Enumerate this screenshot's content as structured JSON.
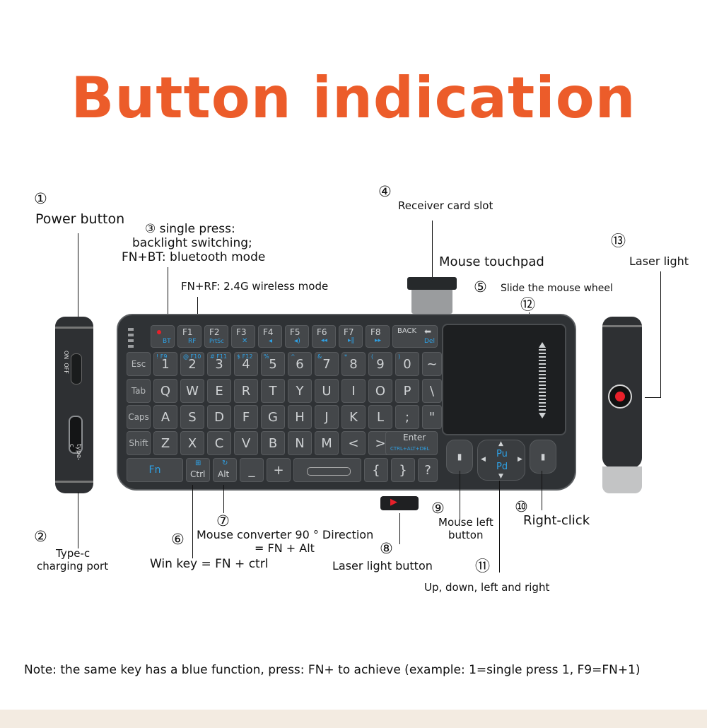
{
  "title": "Button indication",
  "callouts": {
    "c1": {
      "num": "①",
      "label": "Power button"
    },
    "c2": {
      "num": "②",
      "label_line1": "Type-c",
      "label_line2": "charging port"
    },
    "c3": {
      "num": "③",
      "line1": "single press:",
      "line2": "backlight switching;",
      "line3": "FN+BT: bluetooth mode",
      "extra": "FN+RF: 2.4G wireless mode"
    },
    "c4": {
      "num": "④",
      "label": "Receiver card slot"
    },
    "touchpad": "Mouse touchpad",
    "c5": {
      "num": "⑤",
      "label": "Slide the mouse wheel"
    },
    "c12": {
      "num": "⑫"
    },
    "c13": {
      "num": "⑬",
      "label": "Laser light"
    },
    "c6": {
      "num": "⑥",
      "label": "Win key = FN + ctrl"
    },
    "c7": {
      "num": "⑦",
      "line1": "Mouse converter 90 ° Direction",
      "line2": "= FN + Alt"
    },
    "c8": {
      "num": "⑧",
      "label": "Laser light button"
    },
    "c9": {
      "num": "⑨",
      "line1": "Mouse left",
      "line2": "button"
    },
    "c10": {
      "num": "⑩",
      "label": "Right-click"
    },
    "c11": {
      "num": "⑪",
      "label": "Up, down, left and right"
    }
  },
  "device_side_left": {
    "switch_on": "ON",
    "switch_off": "OFF",
    "port": "type-c"
  },
  "keys": {
    "fn_row": [
      {
        "main": "",
        "sub": "BT"
      },
      {
        "main": "F1",
        "sub": "RF"
      },
      {
        "main": "F2",
        "sub": "PrtSc"
      },
      {
        "main": "F3",
        "sub": ""
      },
      {
        "main": "F4",
        "sub": ""
      },
      {
        "main": "F5",
        "sub": ""
      },
      {
        "main": "F6",
        "sub": ""
      },
      {
        "main": "F7",
        "sub": ""
      },
      {
        "main": "F8",
        "sub": ""
      }
    ],
    "back": {
      "main": "BACK",
      "sub": "Del"
    },
    "num_row": [
      "Esc",
      "1",
      "2",
      "3",
      "4",
      "5",
      "6",
      "7",
      "8",
      "9",
      "0",
      "~"
    ],
    "num_row_top": [
      "",
      "! F9",
      "@ F10",
      "# F11",
      "$ F12",
      "%",
      "^",
      "&",
      "*",
      "(",
      ")",
      ""
    ],
    "q_row": [
      "Tab",
      "Q",
      "W",
      "E",
      "R",
      "T",
      "Y",
      "U",
      "I",
      "O",
      "P",
      "\\"
    ],
    "a_row": [
      "Caps",
      "A",
      "S",
      "D",
      "F",
      "G",
      "H",
      "J",
      "K",
      "L",
      ";",
      "\""
    ],
    "z_row": [
      "Shift",
      "Z",
      "X",
      "C",
      "V",
      "B",
      "N",
      "M",
      "<",
      ">"
    ],
    "enter": {
      "main": "Enter",
      "sub": "CTRL+ALT+DEL"
    },
    "bottom_row": [
      "Fn",
      "Ctrl",
      "Alt",
      "_",
      "+",
      "",
      "{",
      "}",
      "?"
    ],
    "pu": "Pu",
    "pd": "Pd"
  },
  "note": "Note: the same key has a blue function, press: FN+ to achieve (example: 1=single press 1, F9=FN+1)",
  "colors": {
    "title": "#ec5c2a",
    "laser": "#e8202a",
    "blue_key": "#2ea1e5"
  }
}
